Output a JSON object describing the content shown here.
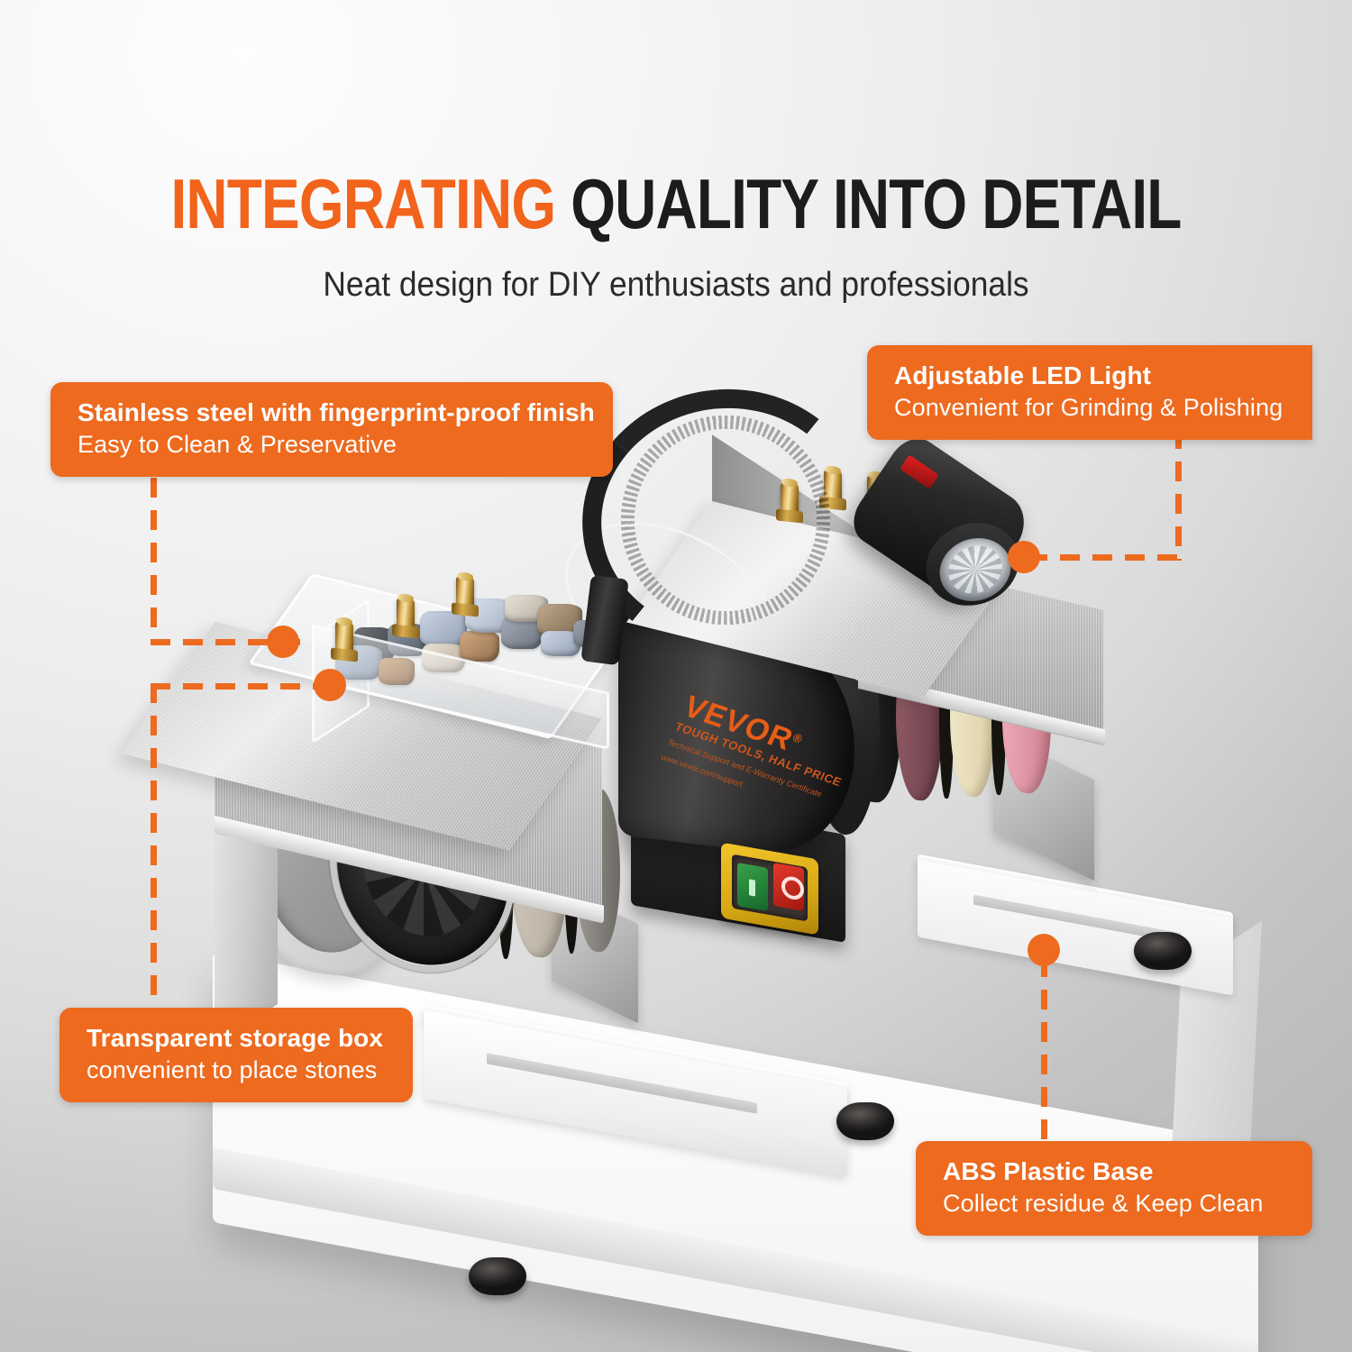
{
  "header": {
    "title_orange": "INTEGRATING",
    "title_rest": "QUALITY INTO DETAIL",
    "subtitle": "Neat design for DIY enthusiasts and professionals"
  },
  "theme": {
    "accent": "#ed6a1f",
    "title_dark": "#1c1c1c",
    "background_light": "#fdfdfd",
    "background_dark": "#b9b9b9"
  },
  "callouts": [
    {
      "id": "stainless-steel",
      "title": "Stainless steel with fingerprint-proof finish",
      "subtitle": "Easy to Clean & Preservative"
    },
    {
      "id": "led-light",
      "title": "Adjustable LED Light",
      "subtitle": "Convenient for Grinding & Polishing"
    },
    {
      "id": "storage-box",
      "title": "Transparent storage box",
      "subtitle": "convenient to place stones"
    },
    {
      "id": "abs-base",
      "title": "ABS Plastic Base",
      "subtitle": "Collect residue & Keep Clean"
    }
  ],
  "product": {
    "brand": {
      "logo": "VEVOR",
      "registered": "®",
      "tagline": "TOUGH TOOLS, HALF PRICE",
      "support_line": "Technical Support and E-Warranty Certificate",
      "website": "www.vevor.com/support"
    },
    "power_switch": {
      "on_symbol": "I",
      "off_symbol": "O"
    }
  }
}
